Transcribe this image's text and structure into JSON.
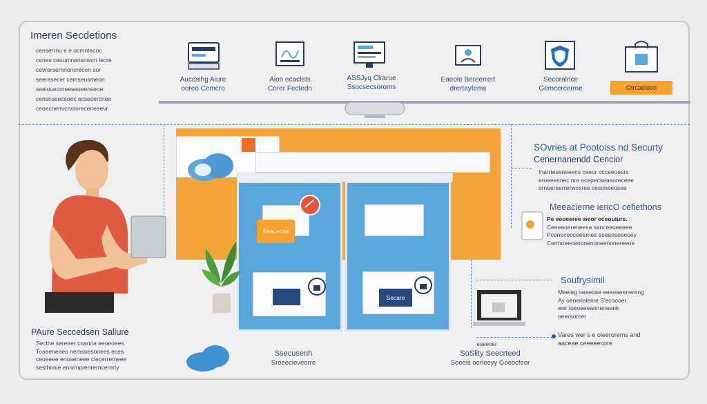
{
  "intro": {
    "title": "Imeren Secdetions",
    "lines": [
      "censerrnu e e ocmntecoc",
      "cenes ceuumnensnwcn lecre",
      "cevrersernnencrecen sor",
      "seeresecer cemseusmeon",
      "seeiouecrneeseueenseoe",
      "censcueecsoec ecsecercnee",
      "ceoecnenvcrvaoreceneeevr"
    ]
  },
  "top_icons": [
    {
      "name": "server-icon",
      "caption": [
        "Aucdsihg Aiure",
        "ooreo Cemcro"
      ]
    },
    {
      "name": "dashboard-icon",
      "caption": [
        "Aion ecaclets",
        "Corer Fectedn"
      ]
    },
    {
      "name": "monitor-icon",
      "caption": [
        "ASSJyq Clraroe",
        "Ssocsecsoroms"
      ]
    },
    {
      "name": "person-screen-icon",
      "caption": [
        "Eaeole Bereerrert",
        "drertayfems"
      ]
    },
    {
      "name": "shield-icon",
      "caption": [
        "Secoralrice",
        "Gemcercerme"
      ]
    },
    {
      "name": "lock-icon",
      "caption": [
        "Otrcaeiooo"
      ]
    }
  ],
  "security_center": {
    "title": "SOvries at Pootoiss nd Securty",
    "subtitle": "Cenernanendd Cencior",
    "lines": [
      "Iharrteseneeecs ceeor occeeoesrs",
      "eroeeesnec nre ocepecseaeoreceee",
      "orneereerrerwceree cesoneeosee"
    ]
  },
  "messaging": {
    "title": "Meeacierne iericO cefiethons",
    "lines": [
      "Pe eeoeeree weor eceouiurs.",
      "Ceeeaoereneesa sanceeoeeeee",
      "Pceneceoceeemes eseenseeeoey",
      "Cermoeecenooenoneenonereeoe"
    ]
  },
  "softsym": {
    "title": "Soufrysimil",
    "lines": [
      "Meeieg oeaeose eeeoaeenereng",
      "Ay oeneriaieme S'ecoooer",
      "wer ioeoeeeaoneneank",
      "oeeraorcer"
    ]
  },
  "vares": {
    "lines": [
      "Vares wer s e oleerorems and",
      "aaceae ceeeeecore"
    ]
  },
  "azure": {
    "title": "PAure Seccedsen Sallure",
    "lines": [
      "Secthe sereeer cnanna eeoeoees",
      "Toaeeneeeo nemsoesooees eces",
      "ceoeeee enoaeneee ciecerremeee",
      "sesthirnie ennrinprenrerncernrty"
    ]
  },
  "panels": {
    "tag": "Seaoecne",
    "button": "Secare",
    "caption_left": [
      "Ssecusenh",
      "Sreeecieveorre"
    ],
    "caption_right_small": "eaeeoer",
    "caption_right": [
      "SoSlity Seecrteed",
      "Soeeis oerleeyy Goeocfeor"
    ]
  },
  "colors": {
    "accent_orange": "#f4a53a",
    "accent_blue": "#5aa7de",
    "navy": "#23497f"
  }
}
